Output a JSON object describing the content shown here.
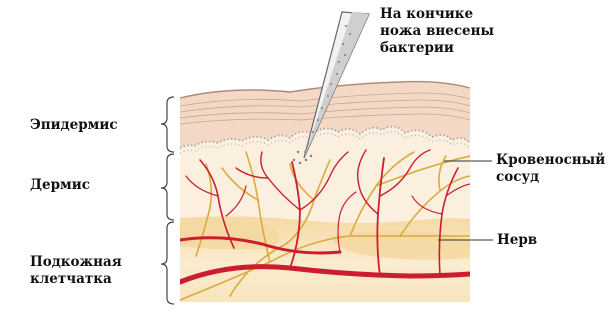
{
  "labels": {
    "needle": [
      "На кончике",
      "ножа внесены",
      "бактерии"
    ],
    "epidermis": "Эпидермис",
    "dermis": "Дермис",
    "subcutis": [
      "Подкожная",
      "клетчатка"
    ],
    "vessel": [
      "Кровеносный",
      "сосуд"
    ],
    "nerve": "Нерв"
  },
  "colors": {
    "epidermis": "#f2d8c5",
    "dermis": "#fbf0df",
    "fat": "#f8e1b4",
    "vessel": "#cc1d2e",
    "nerve": "#d9ab3f",
    "bracket": "#444444"
  }
}
